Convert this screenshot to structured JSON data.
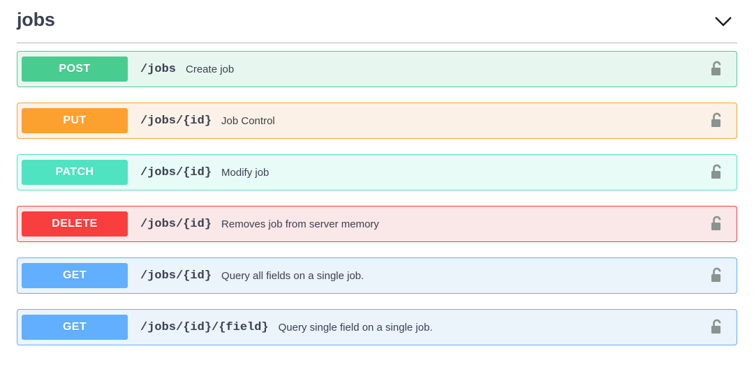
{
  "tag": {
    "name": "jobs",
    "expand_icon": "chevron-down-icon",
    "expanded": true
  },
  "colors": {
    "post": "#49cc90",
    "post_bg": "#e8f6f0",
    "put": "#fca130",
    "put_bg": "#fbf1e6",
    "patch": "#50e3c2",
    "patch_bg": "#e8fbf7",
    "delete": "#f93e3e",
    "delete_bg": "#fae7e7",
    "get": "#61affe",
    "get_bg": "#ebf3fb",
    "title": "#3b4151",
    "lock": "#89938f"
  },
  "operations": [
    {
      "method": "POST",
      "path": "/jobs",
      "summary": "Create job",
      "lock_icon": "unlocked-padlock-icon",
      "variant": "post"
    },
    {
      "method": "PUT",
      "path": "/jobs/{id}",
      "summary": "Job Control",
      "lock_icon": "unlocked-padlock-icon",
      "variant": "put"
    },
    {
      "method": "PATCH",
      "path": "/jobs/{id}",
      "summary": "Modify job",
      "lock_icon": "unlocked-padlock-icon",
      "variant": "patch"
    },
    {
      "method": "DELETE",
      "path": "/jobs/{id}",
      "summary": "Removes job from server memory",
      "lock_icon": "unlocked-padlock-icon",
      "variant": "delete"
    },
    {
      "method": "GET",
      "path": "/jobs/{id}",
      "summary": "Query all fields on a single job.",
      "lock_icon": "unlocked-padlock-icon",
      "variant": "get"
    },
    {
      "method": "GET",
      "path": "/jobs/{id}/{field}",
      "summary": "Query single field on a single job.",
      "lock_icon": "unlocked-padlock-icon",
      "variant": "get"
    }
  ]
}
